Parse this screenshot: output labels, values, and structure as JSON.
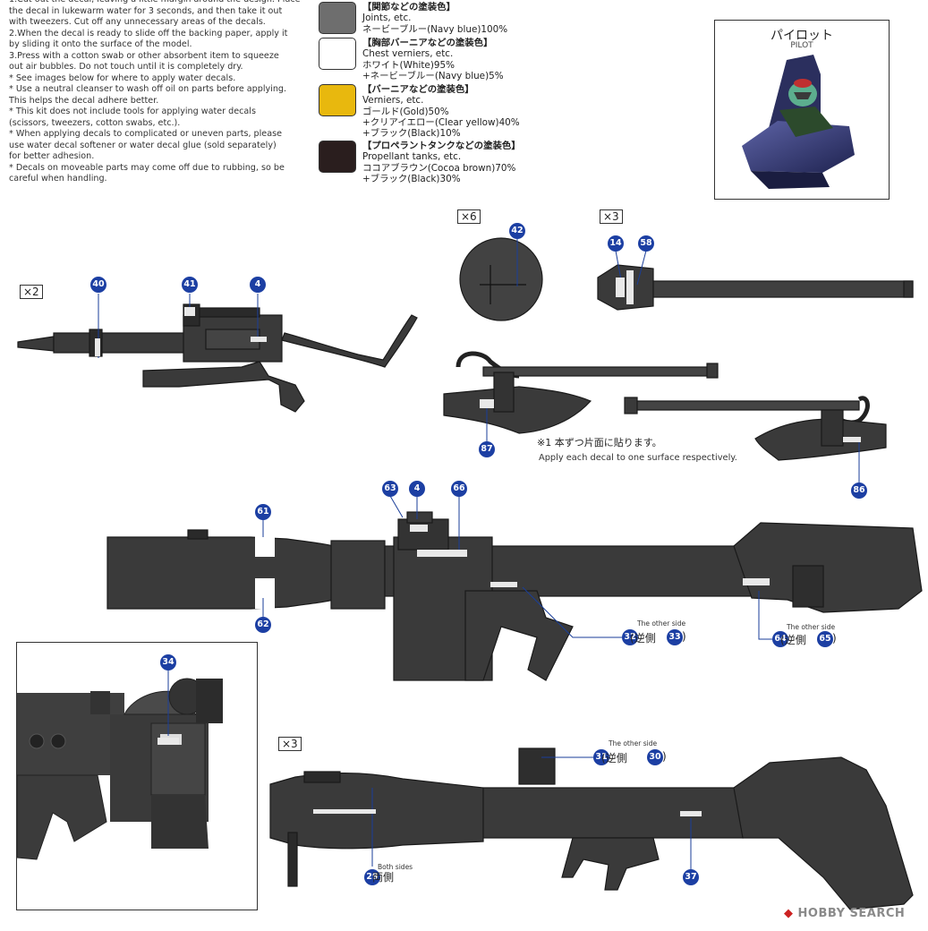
{
  "instructions": [
    "1.Cut out the decal, leaving a little margin around the design. Place",
    "the decal in lukewarm water for 3 seconds, and then take it out",
    "with tweezers. Cut off any unnecessary areas of the decals.",
    "2.When the decal is ready to slide off the backing paper, apply it",
    "by sliding it onto the surface of the model.",
    "3.Press with a cotton swab or other absorbent item to squeeze",
    "out air bubbles. Do not touch until it is completely dry.",
    "* See images below for where to apply water decals.",
    "* Use a neutral cleanser to wash off oil on parts before applying.",
    "This helps the decal adhere better.",
    "* This kit does not include tools for applying water decals",
    "(scissors, tweezers, cotton swabs, etc.).",
    "* When applying decals to complicated or uneven parts, please",
    "use water decal softener or water decal glue (sold separately)",
    "for better adhesion.",
    "* Decals on moveable parts may come off due to rubbing, so be",
    "careful when handling."
  ],
  "paints": [
    {
      "color": "#6e6e6e",
      "lines": [
        "【関節などの塗装色】",
        "Joints, etc.",
        "ネービーブルー(Navy blue)100%"
      ]
    },
    {
      "color": "#ffffff",
      "lines": [
        "【胸部バーニアなどの塗装色】",
        "Chest verniers, etc.",
        "ホワイト(White)95%",
        "+ネービーブルー(Navy blue)5%"
      ]
    },
    {
      "color": "#e8b80e",
      "lines": [
        "【バーニアなどの塗装色】",
        "Verniers, etc.",
        "ゴールド(Gold)50%",
        "+クリアイエロー(Clear yellow)40%",
        "+ブラック(Black)10%"
      ]
    },
    {
      "color": "#2a1e1e",
      "lines": [
        "【プロペラントタンクなどの塗装色】",
        "Propellant tanks, etc.",
        "ココアブラウン(Cocoa brown)70%",
        "+ブラック(Black)30%"
      ]
    }
  ],
  "pilot": {
    "title": "パイロット",
    "subtitle": "PILOT"
  },
  "quantities": {
    "machine_gun": "×2",
    "shield_disc": "×6",
    "heat_hawk_top": "×3",
    "bazooka": "×3"
  },
  "note": {
    "jp": "※1 本ずつ片面に貼ります。",
    "en": "Apply each decal to one surface respectively."
  },
  "decals": {
    "d40": "40",
    "d41": "41",
    "d4a": "4",
    "d42": "42",
    "d14": "14",
    "d58": "58",
    "d87": "87",
    "d86": "86",
    "d63": "63",
    "d4b": "4",
    "d66": "66",
    "d61": "61",
    "d62": "62",
    "d32": "32",
    "d33": "33",
    "d64": "64",
    "d65": "65",
    "d34": "34",
    "d31": "31",
    "d30": "30",
    "d29": "29",
    "d37": "37"
  },
  "labels": {
    "other_side": "The other side",
    "both_sides": "Both sides",
    "reverse_side": "逆側",
    "both_sides_jp": "両側"
  },
  "watermark": "HOBBY SEARCH"
}
